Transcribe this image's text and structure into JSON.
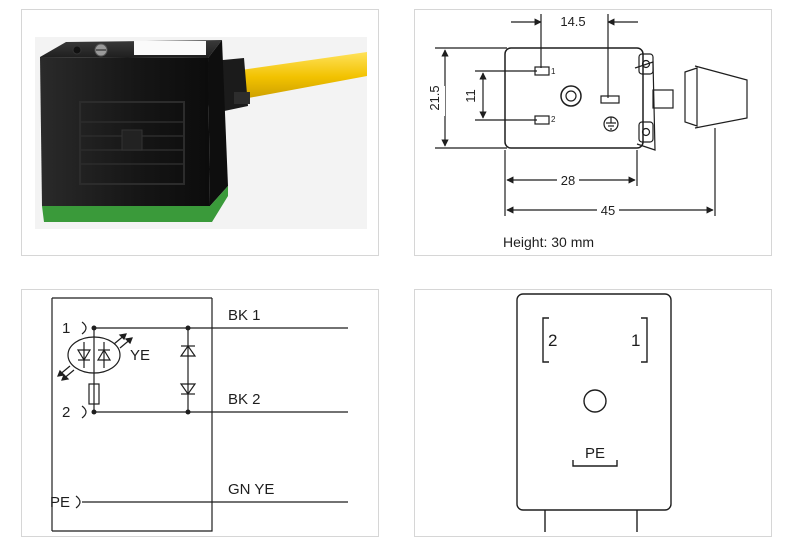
{
  "dimension_drawing": {
    "dim_top": "14.5",
    "dim_outer_height": "21.5",
    "dim_inner_height": "11",
    "dim_mid_width": "28",
    "dim_total_width": "45",
    "height_note": "Height: 30 mm",
    "pin_labels": [
      "1",
      "2"
    ]
  },
  "circuit": {
    "terminal_1": "1",
    "terminal_2": "2",
    "terminal_pe": "PE",
    "led_label": "YE",
    "wire_1": "BK 1",
    "wire_2": "BK 2",
    "wire_pe": "GN YE"
  },
  "pin_face": {
    "pin_left": "2",
    "pin_right": "1",
    "earth": "PE"
  },
  "colors": {
    "cable": "#f2c200",
    "housing": "#1b1b1b",
    "seal": "#3a9a3a",
    "line": "#1e1e1e",
    "panel_border": "#d6d6d6"
  }
}
